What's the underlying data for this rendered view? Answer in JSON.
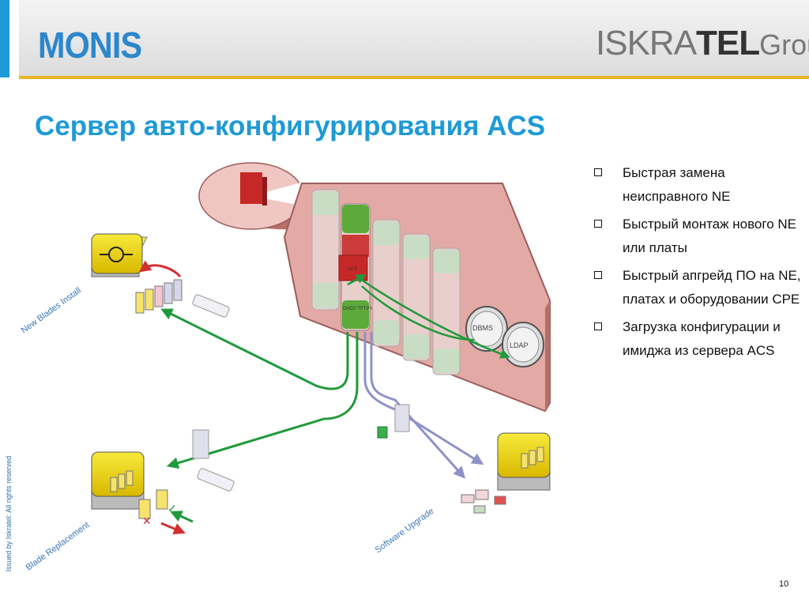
{
  "header": {
    "logo_left": "MONIS",
    "logo_right_a": "ISKRA",
    "logo_right_b": "TEL",
    "logo_right_c": "Group"
  },
  "title": "Сервер авто-конфигурирования ACS",
  "bullets": [
    "Быстрая замена неисправного NE",
    "Быстрый монтаж нового NE или платы",
    "Быстрый апгрейд ПО на NE, платах и оборудовании CPE",
    "Загрузка конфигурации и имиджа из сервера ACS"
  ],
  "diagram": {
    "label_new_blades": "New Blades Install",
    "label_blade_replacement": "Blade Replacement",
    "label_software_upgrade": "Software Upgrade",
    "slot_acs": "ACS",
    "slot_stack": "DHCP TFTP HTTP FTP",
    "disk_dbms": "DBMS",
    "disk_ldap": "LDAP"
  },
  "footer": {
    "side_text": "Issued by Iskratel: All rights reserved",
    "page_number": "10"
  },
  "colors": {
    "accent_blue": "#1e9ad6",
    "header_line": "#e8b422",
    "arrow_green": "#1f9a3a",
    "arrow_blue": "#8e92c8",
    "arrow_red": "#d23030",
    "chassis": "#e3a9a4"
  }
}
